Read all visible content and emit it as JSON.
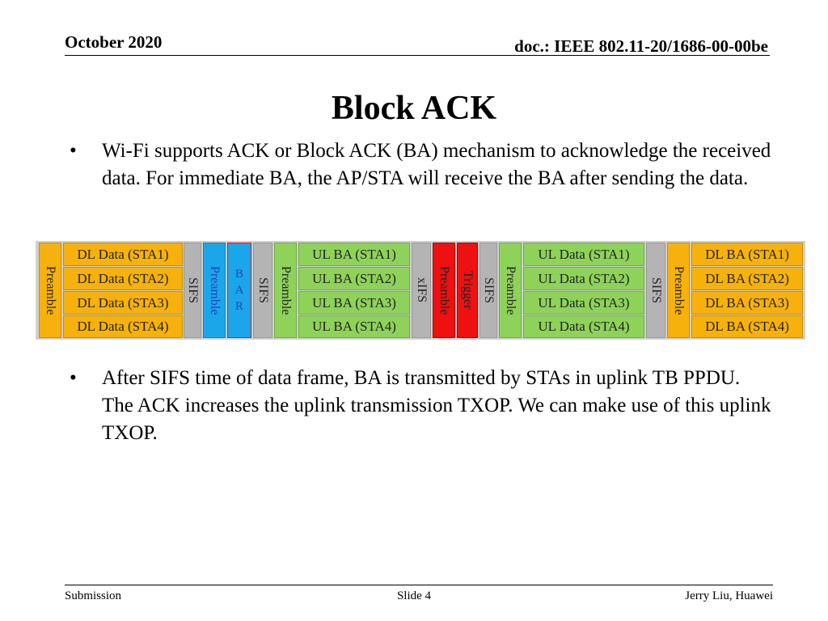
{
  "header": {
    "date": "October 2020",
    "doc": "doc.: IEEE 802.11-20/1686-00-00be"
  },
  "title": "Block ACK",
  "bullets": [
    "Wi-Fi supports ACK or Block ACK (BA) mechanism to acknowledge the received data. For immediate BA, the AP/STA will receive the BA after sending the data.",
    "After SIFS time of data frame, BA is transmitted by STAs in uplink TB PPDU. The ACK increases the uplink transmission TXOP. We can make use of this uplink TXOP."
  ],
  "bullet_symbol": "•",
  "diagram": {
    "preamble": "Preamble",
    "sifs": "SIFS",
    "xifs": "xIFS",
    "trigger": "Trigger",
    "bar_letters": [
      "B",
      "A",
      "R"
    ],
    "dl_data": [
      "DL Data (STA1)",
      "DL Data (STA2)",
      "DL Data (STA3)",
      "DL Data (STA4)"
    ],
    "ul_ba": [
      "UL BA (STA1)",
      "UL BA (STA2)",
      "UL BA (STA3)",
      "UL BA (STA4)"
    ],
    "ul_data": [
      "UL Data (STA1)",
      "UL Data (STA2)",
      "UL Data (STA3)",
      "UL Data (STA4)"
    ],
    "dl_ba": [
      "DL BA (STA1)",
      "DL BA (STA2)",
      "DL BA (STA3)",
      "DL BA (STA4)"
    ],
    "colors": {
      "orange": "#f6b10c",
      "green": "#8ed25a",
      "gray": "#b4b4b4",
      "blue": "#1ca6ea",
      "red": "#ef1010"
    }
  },
  "footer": {
    "left": "Submission",
    "center": "Slide 4",
    "right": "Jerry Liu, Huawei"
  }
}
